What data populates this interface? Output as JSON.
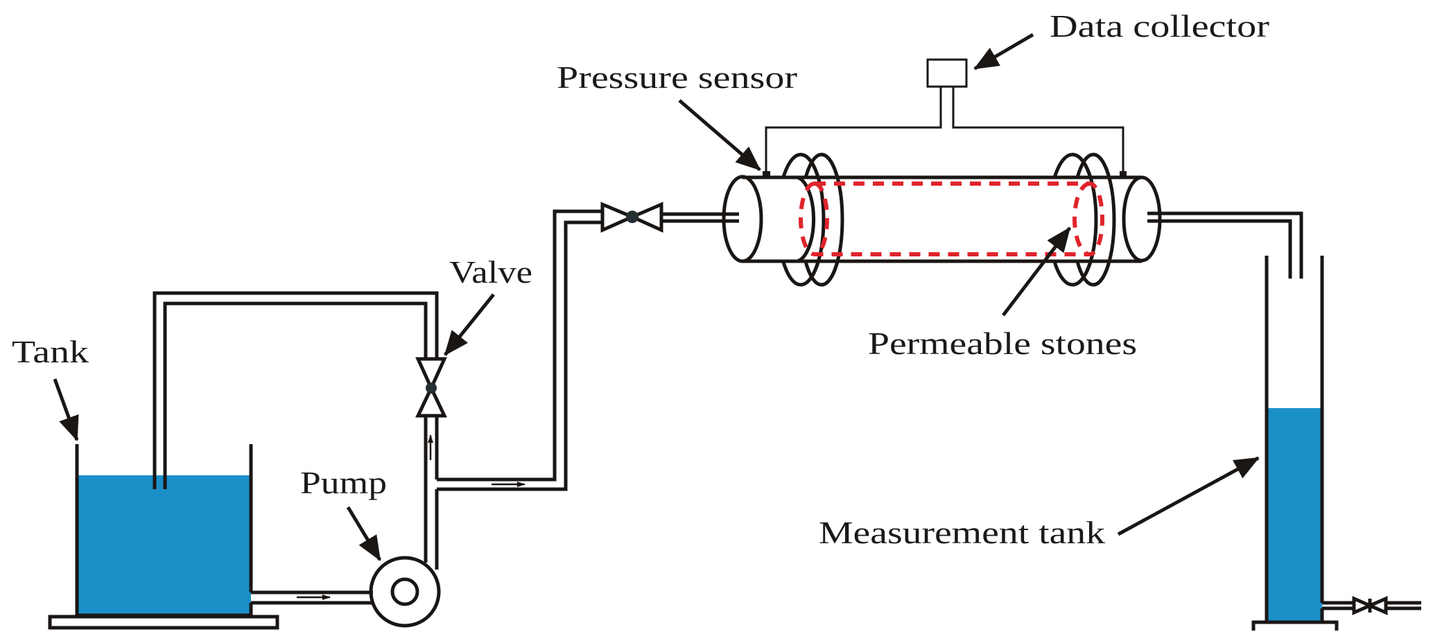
{
  "title": "Permeability test apparatus schematic",
  "colors": {
    "water": "#1b8fc7",
    "line": "#1a1614",
    "permeable_stone_outline": "#e0242b",
    "valve_ball": "#263033",
    "background": "#ffffff"
  },
  "labels": {
    "tank": "Tank",
    "pump": "Pump",
    "valve": "Valve",
    "pressure_sensor": "Pressure sensor",
    "data_collector": "Data collector",
    "permeable_stones": "Permeable stones",
    "measurement_tank": "Measurement tank"
  },
  "components": [
    {
      "id": "tank",
      "label": "Tank",
      "contains_water": true
    },
    {
      "id": "pump",
      "label": "Pump"
    },
    {
      "id": "valve-return",
      "label": "Valve"
    },
    {
      "id": "valve-inlet",
      "label": "Valve"
    },
    {
      "id": "sample-cylinder",
      "label": "Sample cylinder with permeable stones"
    },
    {
      "id": "pressure-sensor-inlet",
      "label": "Pressure sensor"
    },
    {
      "id": "pressure-sensor-outlet",
      "label": "Pressure sensor"
    },
    {
      "id": "data-collector",
      "label": "Data collector"
    },
    {
      "id": "measurement-tank",
      "label": "Measurement tank",
      "contains_water": true
    },
    {
      "id": "valve-drain",
      "label": "Valve"
    }
  ],
  "flow_arrows": [
    {
      "from": "tank",
      "to": "pump",
      "direction": "right"
    },
    {
      "from": "pump",
      "to": "valve-return",
      "direction": "up"
    },
    {
      "from": "pump",
      "to": "valve-inlet",
      "direction": "right"
    }
  ]
}
